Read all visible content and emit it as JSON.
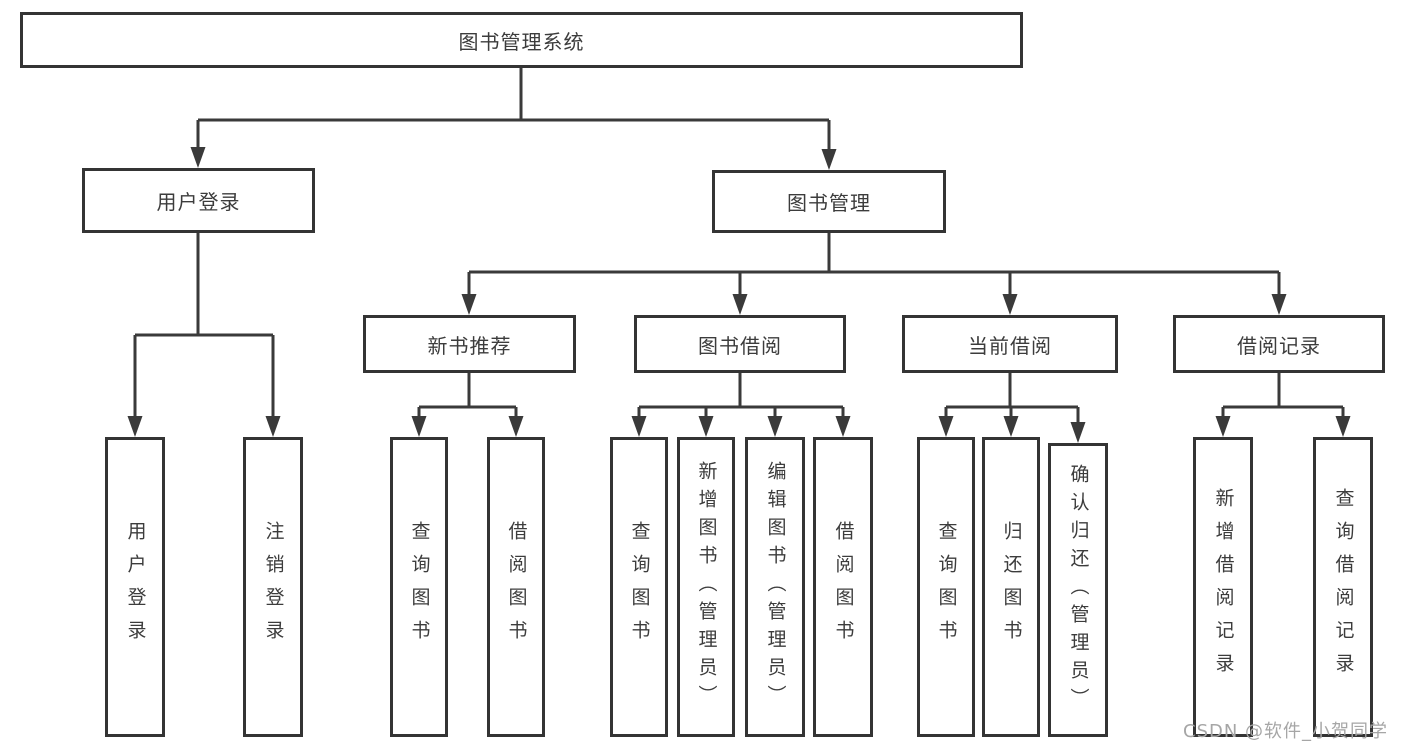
{
  "colors": {
    "line": "#3a3a3a",
    "box_border": "#343434",
    "text": "#3c3c3c",
    "watermark": "#a6a6a6",
    "background": "#ffffff"
  },
  "tree": {
    "root": "图书管理系统",
    "branches": [
      {
        "label": "用户登录",
        "children": [
          "用户登录",
          "注销登录"
        ]
      },
      {
        "label": "图书管理",
        "groups": [
          {
            "label": "新书推荐",
            "children": [
              "查询图书",
              "借阅图书"
            ]
          },
          {
            "label": "图书借阅",
            "children": [
              "查询图书",
              "新增图书（管理员）",
              "编辑图书（管理员）",
              "借阅图书"
            ]
          },
          {
            "label": "当前借阅",
            "children": [
              "查询图书",
              "归还图书",
              "确认归还（管理员）"
            ]
          },
          {
            "label": "借阅记录",
            "children": [
              "新增借阅记录",
              "查询借阅记录"
            ]
          }
        ]
      }
    ]
  },
  "watermark": "CSDN @软件_小贺同学"
}
